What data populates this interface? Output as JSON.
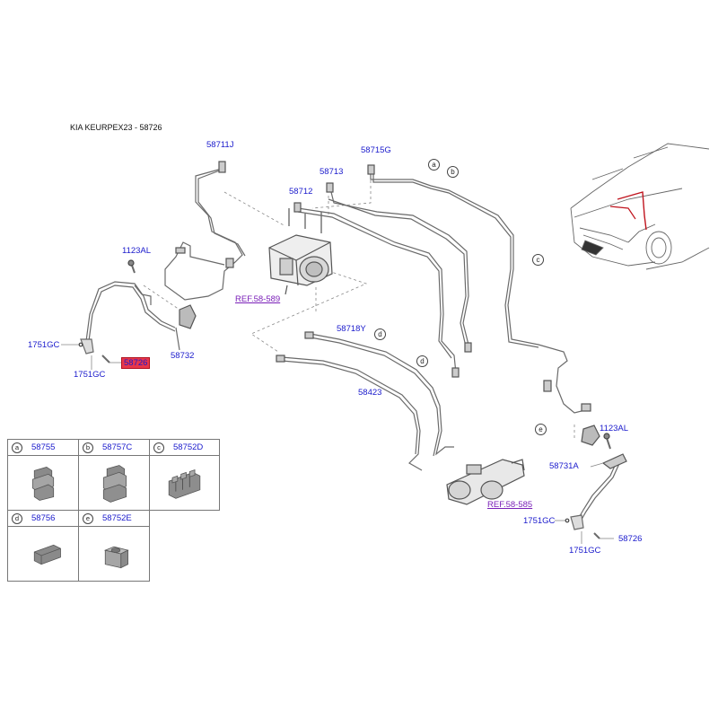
{
  "title": "KIA KEURPEX23 - 58726",
  "colors": {
    "link": "#1a1acc",
    "ref": "#7a1fb8",
    "highlight": "#e8364a",
    "line": "#6a6a6a"
  },
  "parts": {
    "p58711J": "58711J",
    "p58715G": "58715G",
    "p58713": "58713",
    "p58712": "58712",
    "p1123AL_left": "1123AL",
    "p1751GC_left_a": "1751GC",
    "p1751GC_left_b": "1751GC",
    "p58726_left": "58726",
    "p58732": "58732",
    "p58718Y": "58718Y",
    "p58423": "58423",
    "p1123AL_right": "1123AL",
    "p58731A": "58731A",
    "p1751GC_right_a": "1751GC",
    "p1751GC_right_b": "1751GC",
    "p58726_right": "58726"
  },
  "refs": {
    "ref_589": "REF.58-589",
    "ref_585": "REF.58-585"
  },
  "markers": {
    "a": "a",
    "b": "b",
    "c": "c",
    "d1": "d",
    "d2": "d",
    "e": "e"
  },
  "legend": [
    {
      "letter": "a",
      "part": "58755",
      "icon": "clip-a-icon"
    },
    {
      "letter": "b",
      "part": "58757C",
      "icon": "clip-b-icon"
    },
    {
      "letter": "c",
      "part": "58752D",
      "icon": "clip-c-icon"
    },
    {
      "letter": "d",
      "part": "58756",
      "icon": "clip-d-icon"
    },
    {
      "letter": "e",
      "part": "58752E",
      "icon": "clip-e-icon"
    }
  ]
}
